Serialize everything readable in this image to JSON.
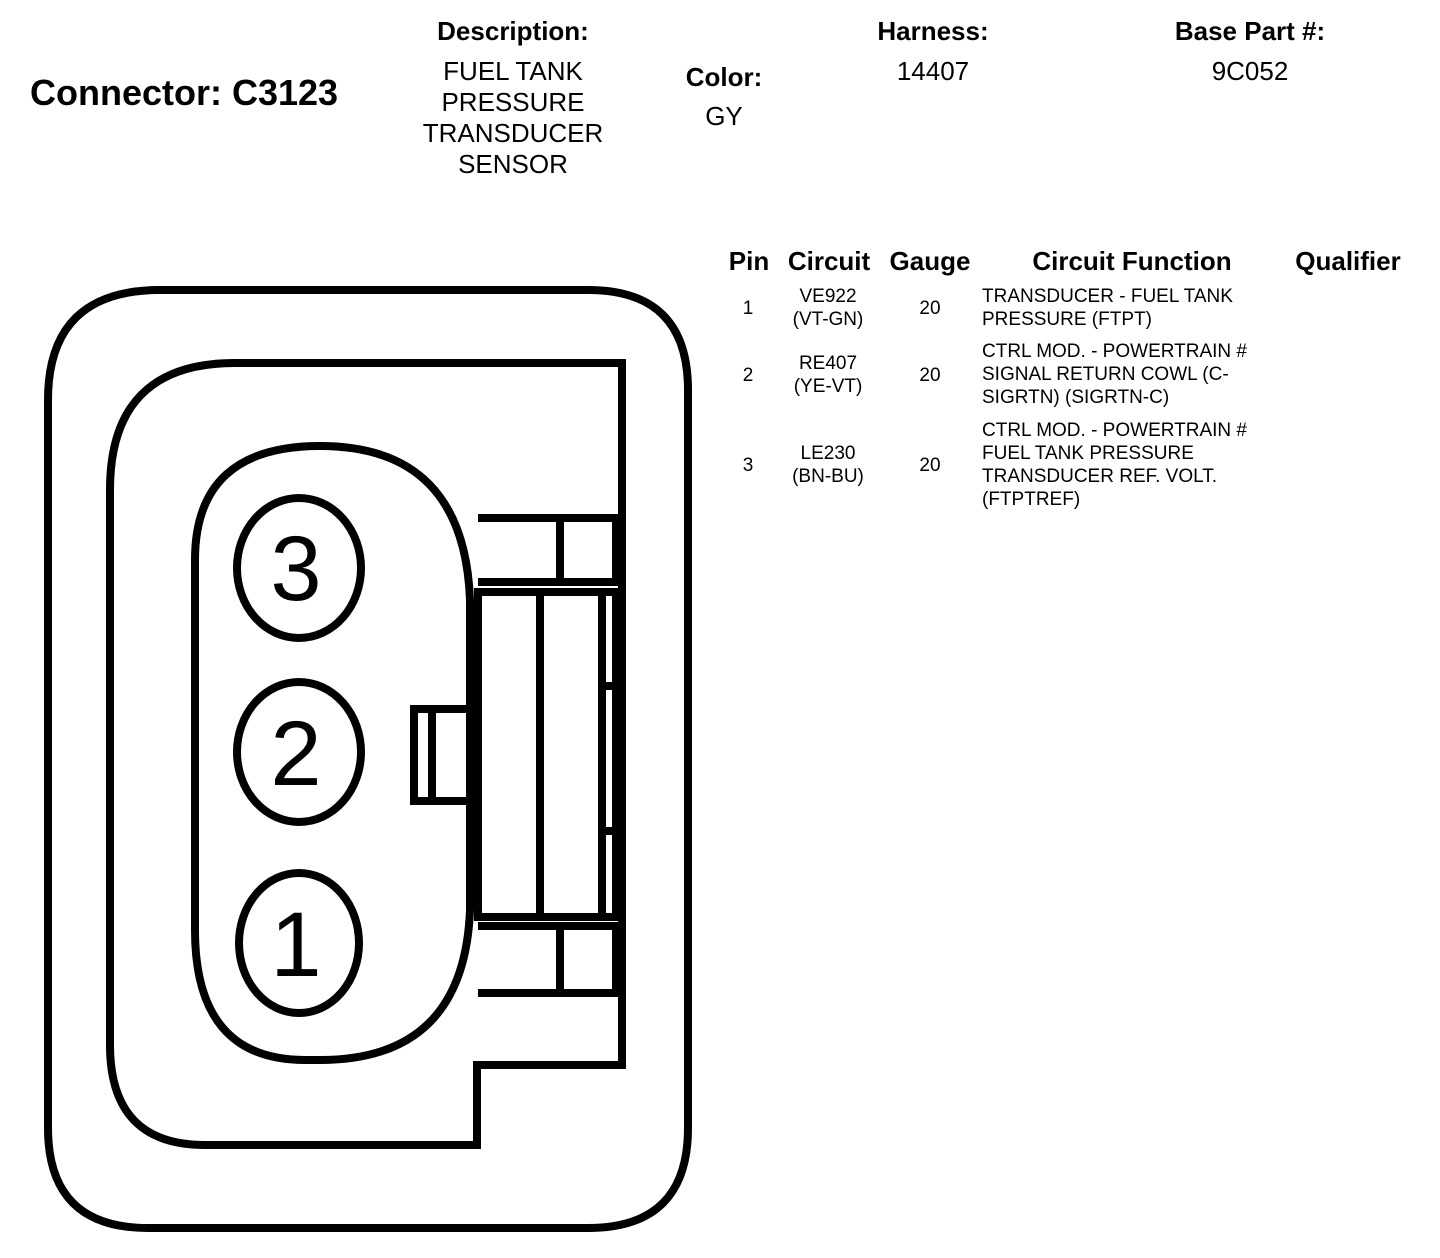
{
  "connector": {
    "title": "Connector: C3123"
  },
  "description": {
    "label": "Description:",
    "lines": [
      "FUEL TANK",
      "PRESSURE",
      "TRANSDUCER",
      "SENSOR"
    ]
  },
  "color": {
    "label": "Color:",
    "value": "GY"
  },
  "harness": {
    "label": "Harness:",
    "value": "14407"
  },
  "base_part": {
    "label": "Base Part #:",
    "value": "9C052"
  },
  "pin_table": {
    "headers": {
      "pin": "Pin",
      "circuit": "Circuit",
      "gauge": "Gauge",
      "function": "Circuit Function",
      "qualifier": "Qualifier"
    },
    "rows": [
      {
        "pin": "1",
        "circuit": [
          "VE922",
          "(VT-GN)"
        ],
        "gauge": "20",
        "function": [
          "TRANSDUCER - FUEL TANK",
          "PRESSURE (FTPT)"
        ],
        "qualifier": ""
      },
      {
        "pin": "2",
        "circuit": [
          "RE407",
          "(YE-VT)"
        ],
        "gauge": "20",
        "function": [
          "CTRL MOD. - POWERTRAIN #",
          "SIGNAL RETURN COWL (C-",
          "SIGRTN) (SIGRTN-C)"
        ],
        "qualifier": ""
      },
      {
        "pin": "3",
        "circuit": [
          "LE230",
          "(BN-BU)"
        ],
        "gauge": "20",
        "function": [
          "CTRL MOD. - POWERTRAIN #",
          "FUEL TANK PRESSURE",
          "TRANSDUCER REF. VOLT.",
          "(FTPTREF)"
        ],
        "qualifier": ""
      }
    ]
  },
  "diagram": {
    "pins": [
      "3",
      "2",
      "1"
    ],
    "stroke_color": "#000000"
  }
}
